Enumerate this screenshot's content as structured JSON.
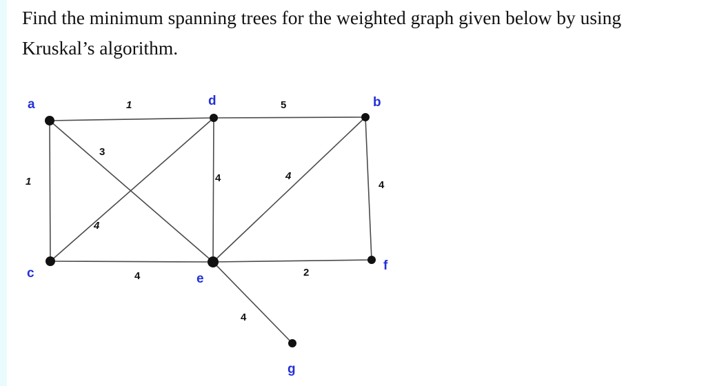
{
  "question": {
    "line1": "Find the minimum spanning trees for the weighted graph given below by using",
    "line2": "Kruskal’s algorithm."
  },
  "graph": {
    "vertices": [
      "a",
      "d",
      "b",
      "c",
      "e",
      "f",
      "g"
    ],
    "edges": [
      {
        "from": "a",
        "to": "d",
        "weight": "1"
      },
      {
        "from": "d",
        "to": "b",
        "weight": "5"
      },
      {
        "from": "a",
        "to": "c",
        "weight": "1"
      },
      {
        "from": "a",
        "to": "e",
        "weight": "3"
      },
      {
        "from": "c",
        "to": "d",
        "weight": "4"
      },
      {
        "from": "d",
        "to": "e",
        "weight": "4"
      },
      {
        "from": "e",
        "to": "b",
        "weight": "4"
      },
      {
        "from": "b",
        "to": "f",
        "weight": "4"
      },
      {
        "from": "c",
        "to": "e",
        "weight": "4"
      },
      {
        "from": "e",
        "to": "f",
        "weight": "2"
      },
      {
        "from": "e",
        "to": "g",
        "weight": "4"
      }
    ],
    "vertex_label_color": "#2330d8",
    "edge_color": "#4a4a4a"
  }
}
